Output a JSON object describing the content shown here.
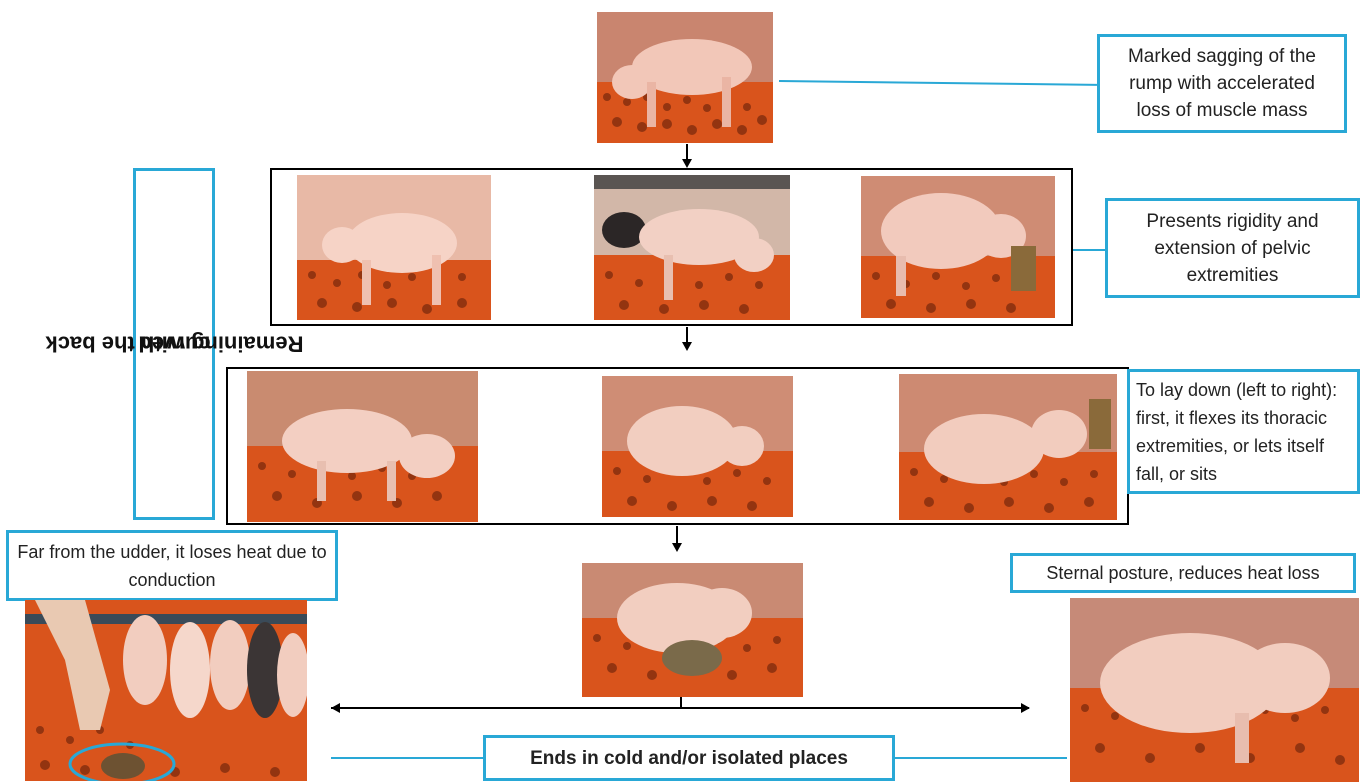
{
  "labels": {
    "rump": "Marked sagging of the rump with accelerated loss of muscle mass",
    "rigidity": "Presents rigidity and extension of pelvic extremities",
    "lay_down": "To lay down (left to right): first, it flexes its thoracic extremities, or lets itself fall, or sits",
    "far_udder": "Far from the udder, it loses heat due to conduction",
    "sternal": "Sternal posture, reduces heat loss",
    "ends": "Ends in cold and/or isolated places",
    "side_line1": "Remaining with the back",
    "side_line2": "curved"
  },
  "colors": {
    "accent": "#29a8d6",
    "floor": "#d9541c",
    "piglet": "#f2c7b8"
  }
}
